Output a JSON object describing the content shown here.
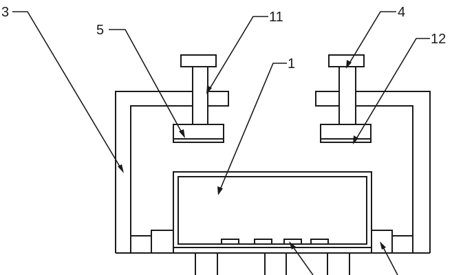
{
  "labels": {
    "l1": "1",
    "l3": "3",
    "l4": "4",
    "l5": "5",
    "l11": "11",
    "l12": "12"
  }
}
